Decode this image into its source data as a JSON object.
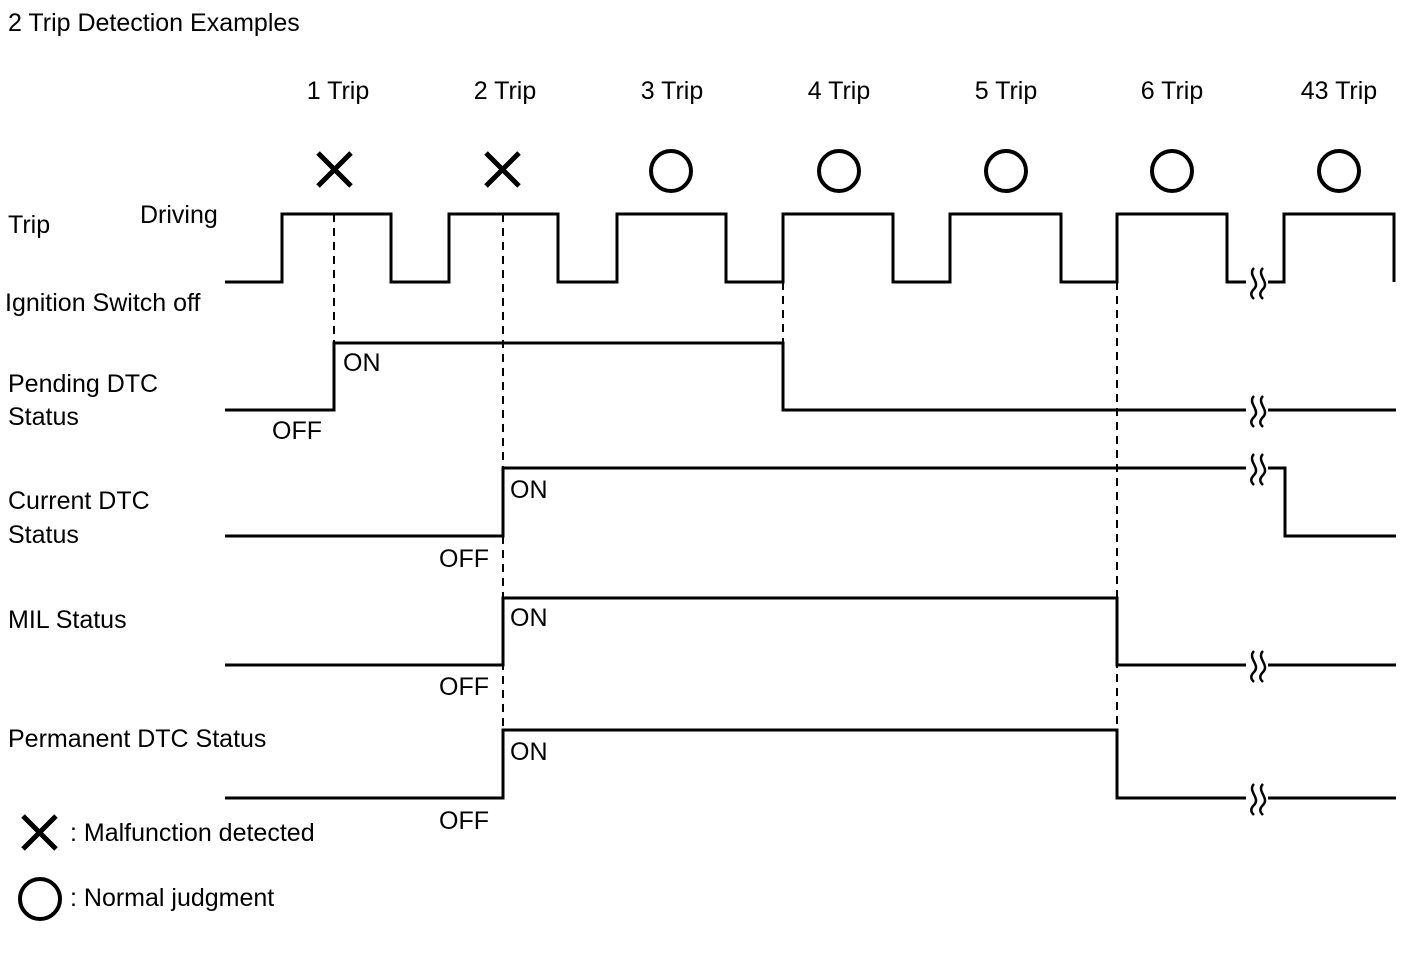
{
  "title": "2 Trip Detection Examples",
  "trip_labels": [
    "1 Trip",
    "2 Trip",
    "3 Trip",
    "4 Trip",
    "5 Trip",
    "6 Trip",
    "43 Trip"
  ],
  "trip_judgments": [
    "malfunction",
    "malfunction",
    "normal",
    "normal",
    "normal",
    "normal",
    "normal"
  ],
  "rows": {
    "trip": {
      "label": "Trip",
      "high_label": "Driving",
      "low_label": "Ignition Switch off"
    },
    "pending": {
      "label_line1": "Pending DTC",
      "label_line2": "Status",
      "on_label": "ON",
      "off_label": "OFF"
    },
    "current": {
      "label_line1": "Current DTC",
      "label_line2": "Status",
      "on_label": "ON",
      "off_label": "OFF"
    },
    "mil": {
      "label": "MIL Status",
      "on_label": "ON",
      "off_label": "OFF"
    },
    "permanent": {
      "label": "Permanent DTC Status",
      "on_label": "ON",
      "off_label": "OFF"
    }
  },
  "legend": {
    "malfunction_text": ": Malfunction detected",
    "normal_text": ": Normal judgment"
  },
  "colors": {
    "line": "#000000",
    "background": "#ffffff"
  }
}
